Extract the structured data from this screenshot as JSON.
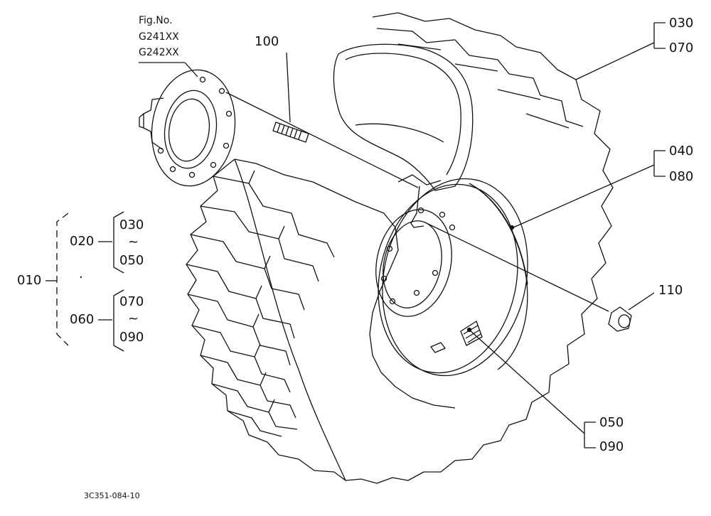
{
  "figure": {
    "fig_no_label": "Fig.No.",
    "fig_no_1": "G241XX",
    "fig_no_2": "G242XX",
    "drawing_code": "3C351-084-10"
  },
  "parts": {
    "p010": "010",
    "p020": "020",
    "p060": "060",
    "p030_group": "030",
    "p050_group": "050",
    "p070_group": "070",
    "p090_group": "090",
    "tilde": "~",
    "dot": "·",
    "p100": "100",
    "p110": "110",
    "tire_030": "030",
    "tire_070": "070",
    "rim_040": "040",
    "rim_080": "080",
    "valve_050": "050",
    "valve_090": "090"
  },
  "colors": {
    "line": "#111111",
    "background": "#ffffff"
  }
}
